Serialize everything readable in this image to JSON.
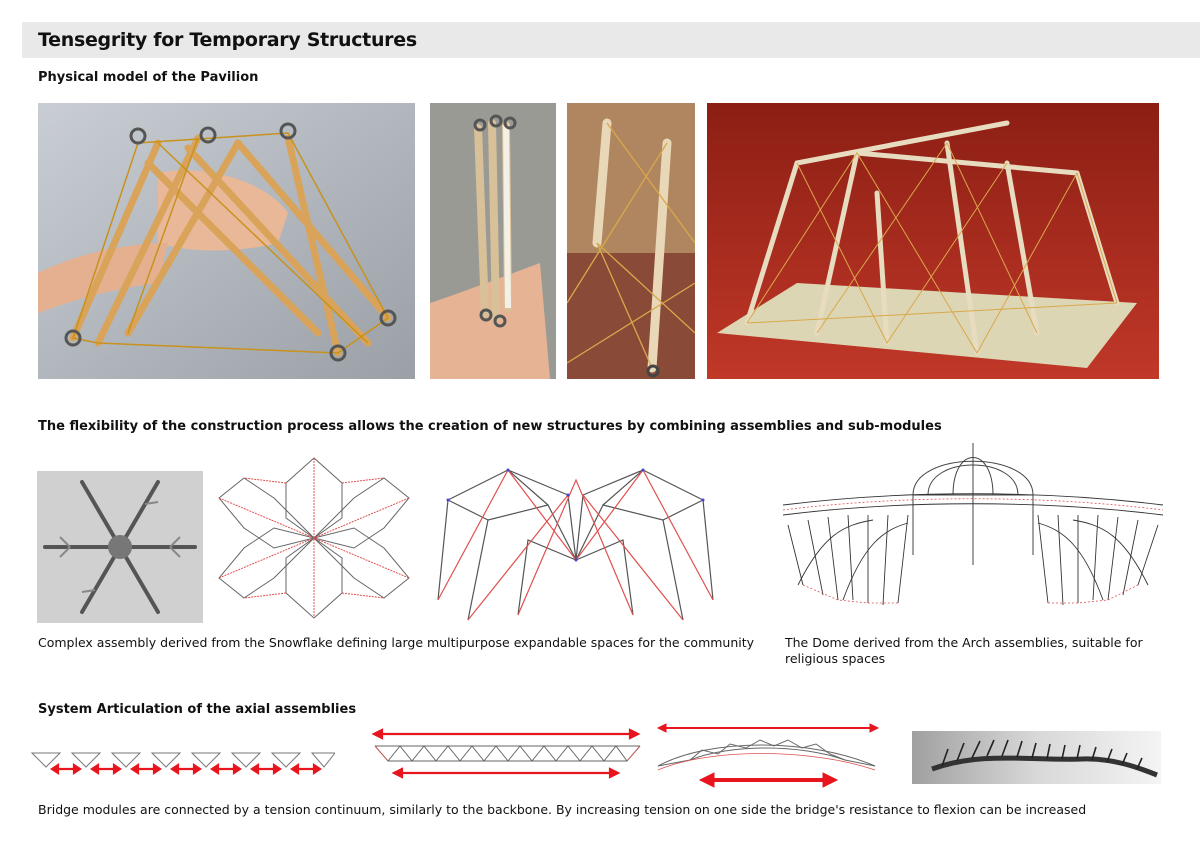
{
  "page": {
    "title": "Tensegrity for Temporary Structures"
  },
  "section_physical": {
    "heading": "Physical model of the Pavilion"
  },
  "section_flexibility": {
    "heading": "The flexibility of the construction process allows the creation of new structures by combining assemblies and sub-modules",
    "caption_snowflake": "Complex assembly derived from the Snowflake defining large multipurpose expandable spaces for the community",
    "caption_dome": "The Dome derived from the Arch assemblies, suitable for religious spaces"
  },
  "section_articulation": {
    "heading": "System Articulation of the axial assemblies",
    "caption": "Bridge modules are connected by a tension continuum, similarly to the backbone. By increasing tension on one side the bridge's resistance to flexion can be increased"
  },
  "colors": {
    "title_bar": "#e9e9e9",
    "arrow_red": "#e8141e",
    "cable_red": "#e05050",
    "wall_red": "#a8281c"
  }
}
